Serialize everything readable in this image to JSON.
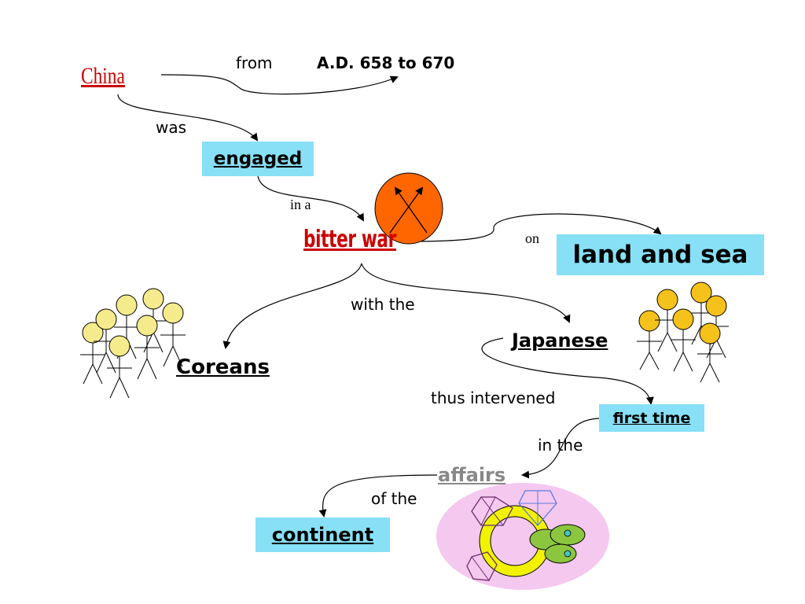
{
  "nodes": {
    "china": "China",
    "date_range": "A.D. 658 to 670",
    "engaged": "engaged",
    "bitter_war": "bitter war",
    "land_and_sea": "land and sea",
    "coreans": "Coreans",
    "japanese": "Japanese",
    "first_time": "first time",
    "affairs": "affairs",
    "continent": "continent"
  },
  "links": {
    "from": "from",
    "was": "was",
    "in_a": "in a",
    "on": "on",
    "with_the": "with the",
    "thus_intervened": "thus intervened",
    "in_the": "in the",
    "of_the": "of the"
  },
  "colors": {
    "box_fill": "#87e0f5",
    "title_red": "#cc0000",
    "affairs_gray": "#888888",
    "war_circle": "#ff6600",
    "face_yellow": "#f5eb8c",
    "face_gold": "#f5c21b",
    "ellipse_pink": "#f5c8f0"
  }
}
